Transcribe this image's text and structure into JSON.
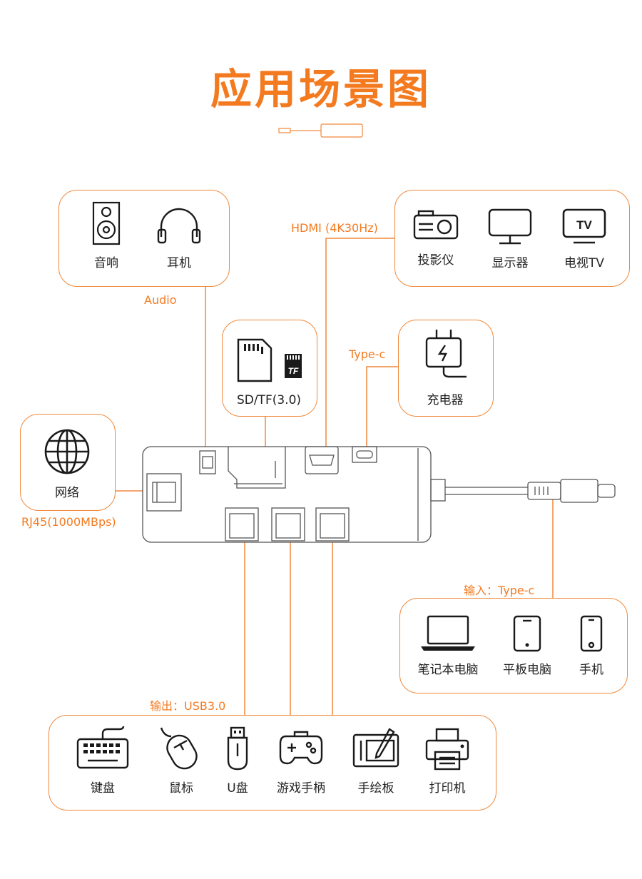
{
  "title": "应用场景图",
  "colors": {
    "accent": "#f47a20",
    "line": "#f0893c",
    "icon": "#1a1a1a"
  },
  "audio": {
    "label": "Audio",
    "items": [
      {
        "icon": "speaker-icon",
        "label": "音响"
      },
      {
        "icon": "headphones-icon",
        "label": "耳机"
      }
    ]
  },
  "hdmi": {
    "label": "HDMI (4K30Hz)",
    "items": [
      {
        "icon": "projector-icon",
        "label": "投影仪"
      },
      {
        "icon": "monitor-icon",
        "label": "显示器"
      },
      {
        "icon": "tv-icon",
        "label": "电视TV"
      }
    ]
  },
  "card": {
    "label": "SD/TF(3.0)",
    "icons": [
      "sd-card-icon",
      "tf-card-icon"
    ],
    "tf_text": "TF"
  },
  "charge": {
    "label": "Type-c",
    "item": {
      "icon": "charger-icon",
      "label": "充电器"
    }
  },
  "network": {
    "label": "RJ45(1000MBps)",
    "item": {
      "icon": "globe-icon",
      "label": "网络"
    }
  },
  "input": {
    "label": "输入：Type-c",
    "items": [
      {
        "icon": "laptop-icon",
        "label": "笔记本电脑"
      },
      {
        "icon": "tablet-icon",
        "label": "平板电脑"
      },
      {
        "icon": "phone-icon",
        "label": "手机"
      }
    ]
  },
  "output": {
    "label": "输出：USB3.0",
    "items": [
      {
        "icon": "keyboard-icon",
        "label": "键盘"
      },
      {
        "icon": "mouse-icon",
        "label": "鼠标"
      },
      {
        "icon": "usb-drive-icon",
        "label": "U盘"
      },
      {
        "icon": "gamepad-icon",
        "label": "游戏手柄"
      },
      {
        "icon": "drawing-tablet-icon",
        "label": "手绘板"
      },
      {
        "icon": "printer-icon",
        "label": "打印机"
      }
    ]
  }
}
